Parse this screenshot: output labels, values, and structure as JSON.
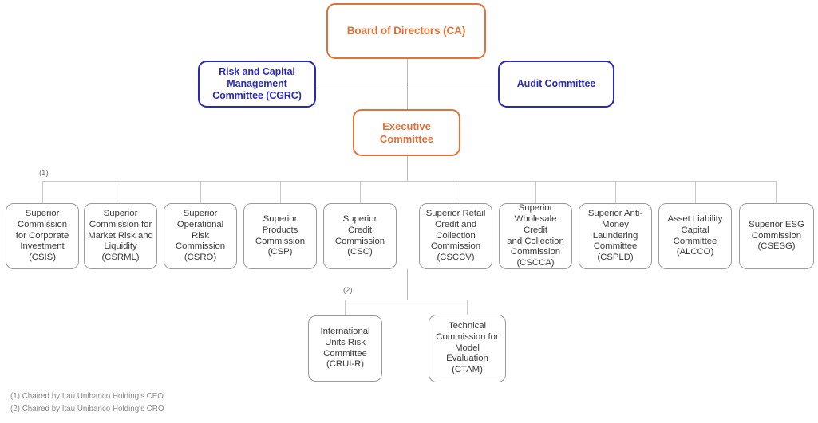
{
  "diagram": {
    "type": "organizational-chart",
    "title_nodes": {
      "board": {
        "label": "Board of Directors (CA)",
        "color": "#e1733a",
        "style": "orange"
      },
      "cgrc": {
        "label": "Risk and Capital\nManagement\nCommittee (CGRC)",
        "color": "#2a2ab8",
        "style": "blue"
      },
      "audit": {
        "label": "Audit Committee",
        "color": "#2a2ab8",
        "style": "blue"
      },
      "executive": {
        "label": "Executive\nCommittee",
        "color": "#e1733a",
        "style": "orange"
      }
    },
    "markers": {
      "one": "(1)",
      "two": "(2)"
    },
    "commissions": [
      {
        "name": "Superior\nCommission\nfor Corporate\nInvestment\n(CSIS)",
        "acronym": "CSIS"
      },
      {
        "name": "Superior\nCommission for\nMarket Risk and\nLiquidity\n(CSRML)",
        "acronym": "CSRML"
      },
      {
        "name": "Superior\nOperational Risk\nCommission\n(CSRO)",
        "acronym": "CSRO"
      },
      {
        "name": "Superior\nProducts\nCommission\n(CSP)",
        "acronym": "CSP"
      },
      {
        "name": "Superior\nCredit\nCommission\n(CSC)",
        "acronym": "CSC"
      },
      {
        "name": "Superior Retail\nCredit and\nCollection\nCommission\n(CSCCV)",
        "acronym": "CSCCV"
      },
      {
        "name": "Superior\nWholesale Credit\nand Collection\nCommission\n(CSCCA)",
        "acronym": "CSCCA"
      },
      {
        "name": "Superior Anti-\nMoney\nLaundering\nCommittee\n(CSPLD)",
        "acronym": "CSPLD"
      },
      {
        "name": "Asset Liability\nCapital\nCommittee\n(ALCCO)",
        "acronym": "ALCCO"
      },
      {
        "name": "Superior ESG\nCommission\n(CSESG)",
        "acronym": "CSESG"
      }
    ],
    "sub_committees": [
      {
        "name": "International\nUnits Risk\nCommittee\n(CRUI-R)",
        "acronym": "CRUI-R"
      },
      {
        "name": "Technical\nCommission for\nModel\nEvaluation\n(CTAM)",
        "acronym": "CTAM"
      }
    ],
    "footnotes": [
      "(1) Chaired by Itaú Unibanco Holding's CEO",
      "(2) Chaired by Itaú Unibanco Holding's CRO"
    ]
  }
}
